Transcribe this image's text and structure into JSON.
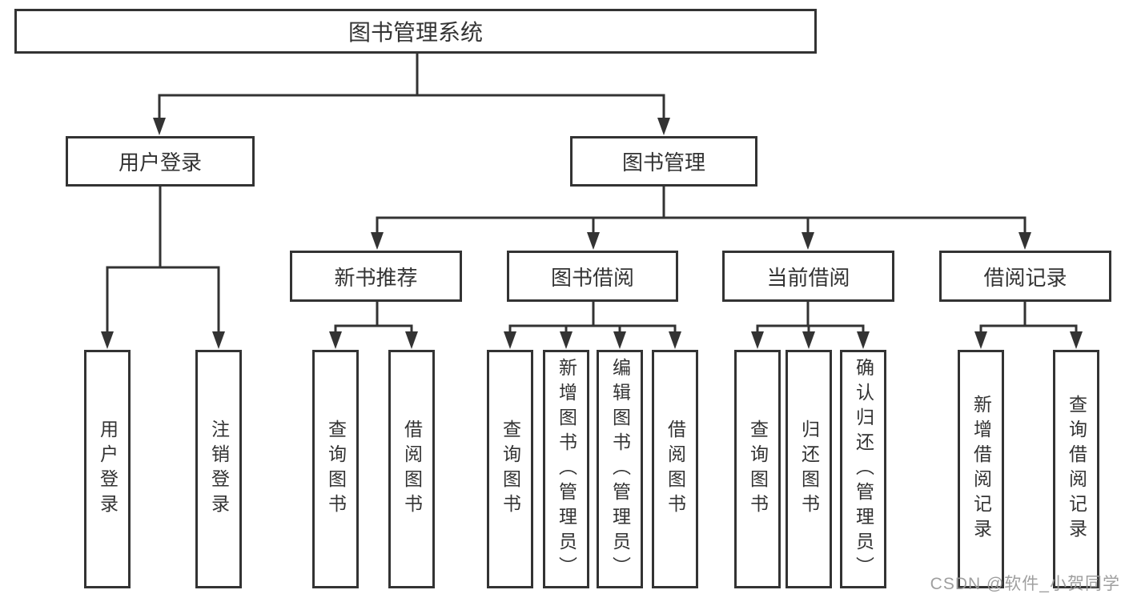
{
  "watermark": {
    "text": "CSDN @软件_小贺同学"
  },
  "colors": {
    "line": "#333333",
    "text": "#333333",
    "box_background": "#ffffff",
    "watermark": "#9a9a9a"
  },
  "tree": {
    "label": "图书管理系统",
    "children": [
      {
        "label": "用户登录",
        "children": [
          {
            "label": "用户登录"
          },
          {
            "label": "注销登录"
          }
        ]
      },
      {
        "label": "图书管理",
        "children": [
          {
            "label": "新书推荐",
            "children": [
              {
                "label": "查询图书"
              },
              {
                "label": "借阅图书"
              }
            ]
          },
          {
            "label": "图书借阅",
            "children": [
              {
                "label": "查询图书"
              },
              {
                "label": "新增图书（管理员）"
              },
              {
                "label": "编辑图书（管理员）"
              },
              {
                "label": "借阅图书"
              }
            ]
          },
          {
            "label": "当前借阅",
            "children": [
              {
                "label": "查询图书"
              },
              {
                "label": "归还图书"
              },
              {
                "label": "确认归还（管理员）"
              }
            ]
          },
          {
            "label": "借阅记录",
            "children": [
              {
                "label": "新增借阅记录"
              },
              {
                "label": "查询借阅记录"
              }
            ]
          }
        ]
      }
    ]
  }
}
